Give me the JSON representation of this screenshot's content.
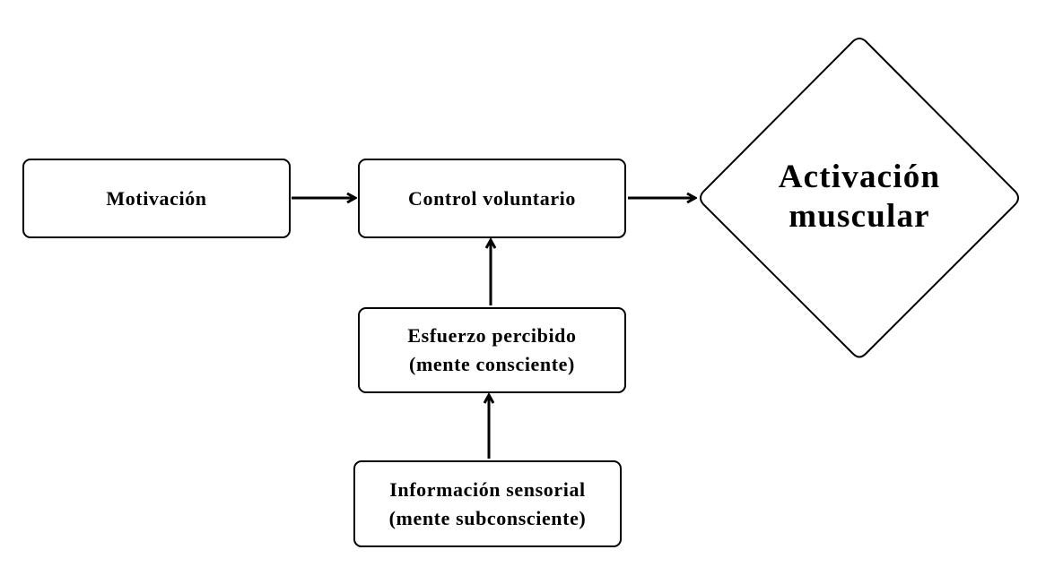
{
  "diagram": {
    "nodes": {
      "motivacion": {
        "lines": [
          "Motivación"
        ]
      },
      "control_voluntario": {
        "lines": [
          "Control voluntario"
        ]
      },
      "activacion_muscular": {
        "lines": [
          "Activación",
          "muscular"
        ]
      },
      "esfuerzo_percibido": {
        "lines": [
          "Esfuerzo percibido",
          "(mente consciente)"
        ]
      },
      "informacion_sensorial": {
        "lines": [
          "Información sensorial",
          "(mente subconsciente)"
        ]
      }
    },
    "edges": [
      {
        "from": "motivacion",
        "to": "control_voluntario"
      },
      {
        "from": "control_voluntario",
        "to": "activacion_muscular"
      },
      {
        "from": "esfuerzo_percibido",
        "to": "control_voluntario"
      },
      {
        "from": "informacion_sensorial",
        "to": "esfuerzo_percibido"
      }
    ]
  }
}
